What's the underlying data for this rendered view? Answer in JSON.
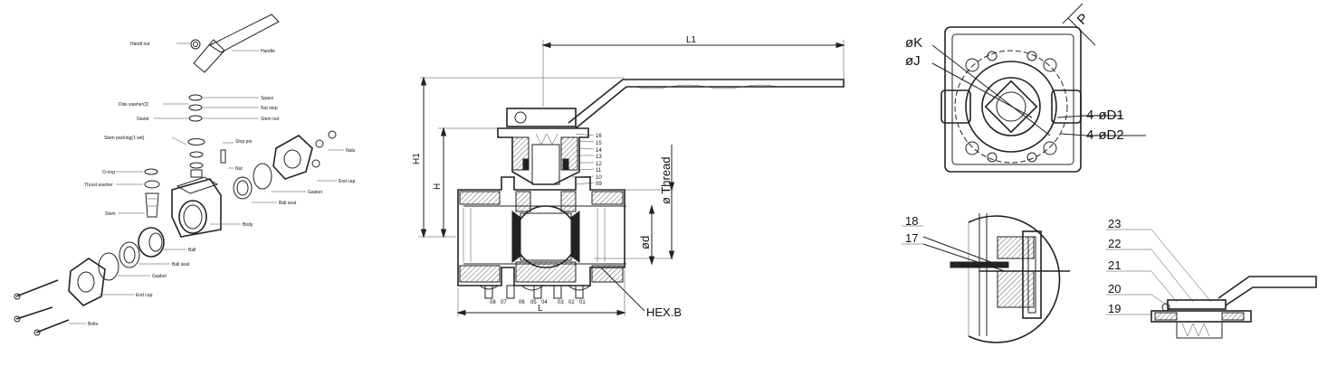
{
  "exploded_view": {
    "labels": {
      "handle_nut": "Handl nut",
      "handle": "Handle",
      "space": "Space",
      "disk_washer": "Disk washer(2)",
      "nut_stop": "Nut stop",
      "gland": "Gland",
      "stem_nut": "Stem nut",
      "stem_packing": "Stem packing(1 set)",
      "stop_pin": "Stop pin",
      "nut": "Nut",
      "nuts": "Nuts",
      "o_ring": "O-ring",
      "thrust_washer": "Thrust washer",
      "end_cap_top": "End cap",
      "ball_seat_top": "Ball seat",
      "gasket_top": "Gasket",
      "stem": "Stem",
      "body": "Body",
      "ball": "Ball",
      "ball_seat": "Ball seat",
      "gasket": "Gasket",
      "end_cap": "End cap",
      "bolts": "Bolts"
    }
  },
  "section_view": {
    "dimensions": {
      "l1": "L1",
      "h1": "H1",
      "h": "H",
      "thread": "ø Thread",
      "d": "ød",
      "l": "L",
      "hex": "HEX.B"
    },
    "part_numbers_right": [
      "16",
      "15",
      "14",
      "13",
      "12",
      "11",
      "10",
      "09"
    ],
    "part_numbers_bottom": [
      "08",
      "07",
      "06",
      "05",
      "04",
      "03",
      "02",
      "01"
    ]
  },
  "top_view": {
    "labels": {
      "k": "øK",
      "j": "øJ",
      "p": "P",
      "d1": "4-øD1",
      "d2": "4-øD2"
    }
  },
  "detail_view": {
    "left_numbers": [
      "18",
      "17"
    ],
    "right_numbers": [
      "23",
      "22",
      "21",
      "20",
      "19"
    ]
  }
}
